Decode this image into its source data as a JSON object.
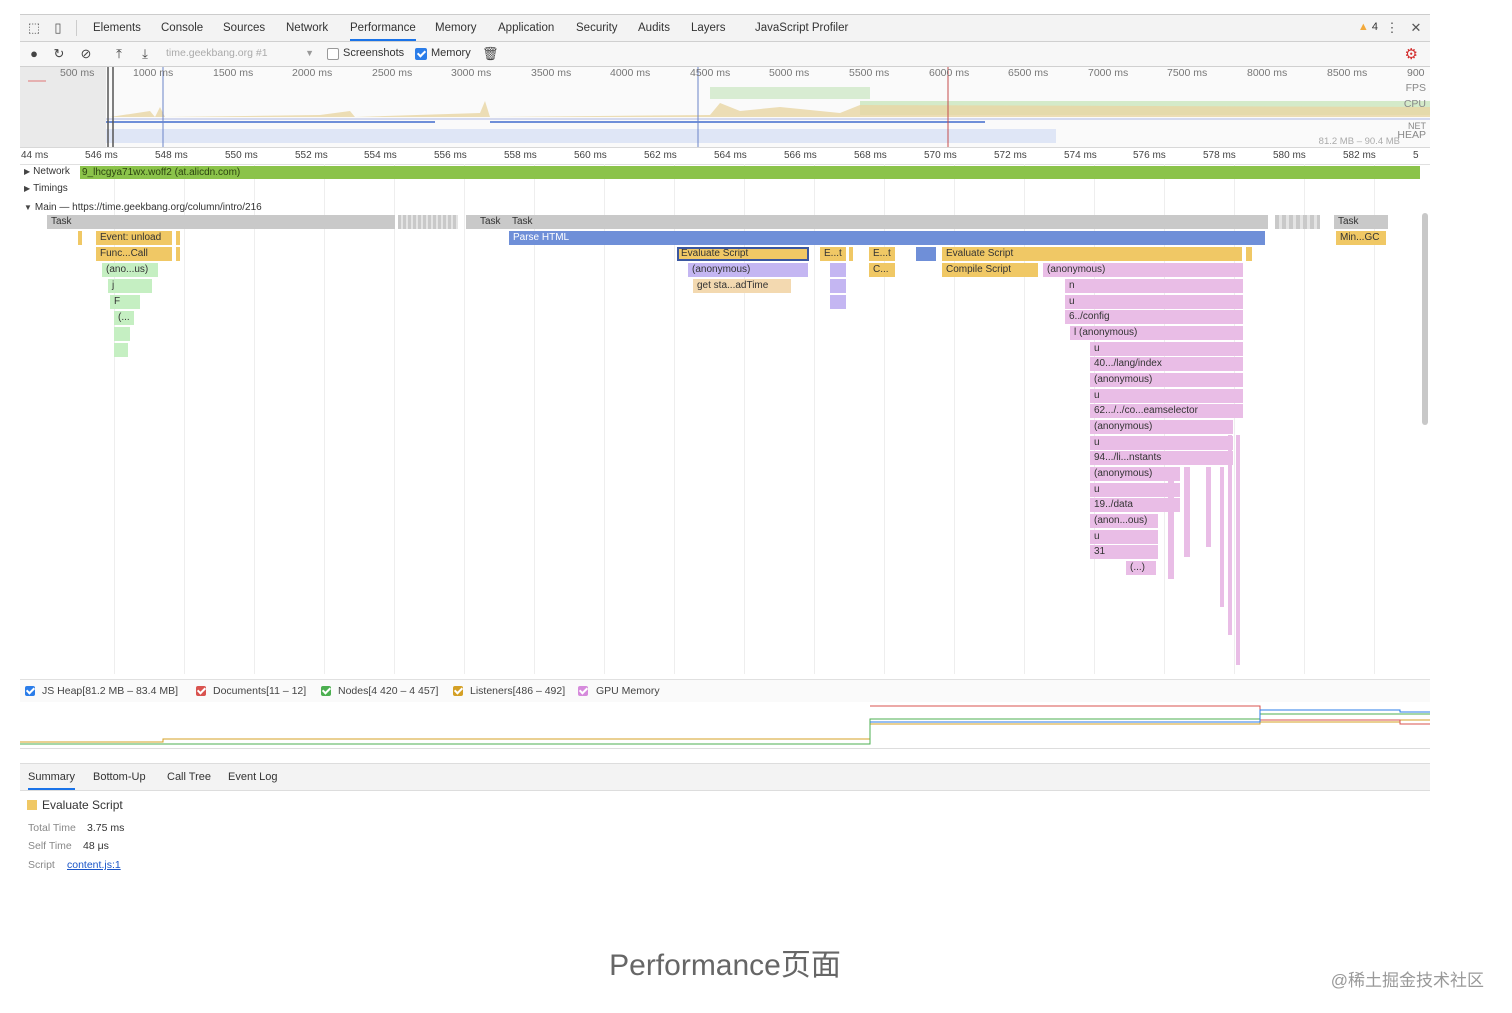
{
  "tabs": [
    "Elements",
    "Console",
    "Sources",
    "Network",
    "Performance",
    "Memory",
    "Application",
    "Security",
    "Audits",
    "Layers",
    "JavaScript Profiler"
  ],
  "active_tab": "Performance",
  "warning_count": "4",
  "toolbar": {
    "url_select": "time.geekbang.org #1",
    "screenshots_label": "Screenshots",
    "memory_label": "Memory",
    "screenshots_checked": false,
    "memory_checked": true
  },
  "overview": {
    "ticks": [
      "500 ms",
      "1000 ms",
      "1500 ms",
      "2000 ms",
      "2500 ms",
      "3000 ms",
      "3500 ms",
      "4000 ms",
      "4500 ms",
      "5000 ms",
      "5500 ms",
      "6000 ms",
      "6500 ms",
      "7000 ms",
      "7500 ms",
      "8000 ms",
      "8500 ms",
      "900"
    ],
    "labels": {
      "fps": "FPS",
      "cpu": "CPU",
      "net": "NET",
      "heap": "HEAP",
      "heap_range": "81.2 MB – 90.4 MB"
    }
  },
  "axis_ticks": [
    "44 ms",
    "546 ms",
    "548 ms",
    "550 ms",
    "552 ms",
    "554 ms",
    "556 ms",
    "558 ms",
    "560 ms",
    "562 ms",
    "564 ms",
    "566 ms",
    "568 ms",
    "570 ms",
    "572 ms",
    "574 ms",
    "576 ms",
    "578 ms",
    "580 ms",
    "582 ms",
    "5"
  ],
  "tracks": {
    "network_label": "Network",
    "network_resource": "9_lhcgya71wx.woff2 (at.alicdn.com)",
    "timings_label": "Timings",
    "main_label": "Main — https://time.geekbang.org/column/intro/216"
  },
  "flame": {
    "task1": "Task",
    "task2": "Task",
    "task3": "Task",
    "task4": "Task",
    "event_unload": "Event: unload",
    "func_call": "Func...Call",
    "ano_us": "(ano...us)",
    "j": "j",
    "F": "F",
    "paren": "(...",
    "parse_html": "Parse HTML",
    "eval1": "Evaluate Script",
    "anon1": "(anonymous)",
    "get_sta": "get sta...adTime",
    "et1": "E...t",
    "et2": "E...t",
    "c": "C...",
    "eval2": "Evaluate Script",
    "compile": "Compile Script",
    "min_gc": "Min...GC",
    "stack": [
      "(anonymous)",
      "n",
      "u",
      "6../config",
      "l   (anonymous)",
      "u",
      "40.../lang/index",
      "(anonymous)",
      "u",
      "62.../../co...eamselector",
      "(anonymous)",
      "u",
      "94.../li...nstants",
      "(anonymous)",
      "u",
      "19../data",
      "(anon...ous)",
      "u",
      "31",
      "(...)"
    ]
  },
  "counters": {
    "js_heap": "JS Heap[81.2 MB – 83.4 MB]",
    "documents": "Documents[11 – 12]",
    "nodes": "Nodes[4 420 – 4 457]",
    "listeners": "Listeners[486 – 492]",
    "gpu": "GPU Memory",
    "colors": {
      "js_heap": "#2b7de9",
      "documents": "#d9534f",
      "nodes": "#4caf50",
      "listeners": "#d4a025",
      "gpu": "#d68bdc"
    }
  },
  "summary_tabs": [
    "Summary",
    "Bottom-Up",
    "Call Tree",
    "Event Log"
  ],
  "summary": {
    "title": "Evaluate Script",
    "total_time_label": "Total Time",
    "total_time": "3.75 ms",
    "self_time_label": "Self Time",
    "self_time": "48 μs",
    "script_label": "Script",
    "script_link": "content.js:1"
  },
  "caption": "Performance页面",
  "watermark": "@稀土掘金技术社区"
}
